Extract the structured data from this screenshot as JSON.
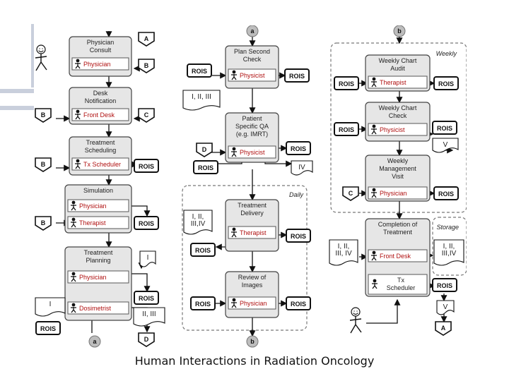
{
  "caption": "Human Interactions in Radiation Oncology",
  "connectors": [
    "A",
    "B",
    "C",
    "D",
    "a",
    "b"
  ],
  "roles": {
    "physician": "Physician",
    "front_desk": "Front Desk",
    "tx_scheduler": "Tx Scheduler",
    "therapist": "Therapist",
    "dosimetrist": "Dosimetrist",
    "physicist": "Physicist",
    "tx_scheduler_split": [
      "Tx",
      "Scheduler"
    ]
  },
  "system": "ROIS",
  "regions": {
    "weekly": "Weekly",
    "daily": "Daily",
    "storage": "Storage"
  },
  "steps": {
    "physician_consult": [
      "Physician",
      "Consult"
    ],
    "desk_notification": [
      "Desk",
      "Notification"
    ],
    "treatment_scheduling": [
      "Treatment",
      "Scheduling"
    ],
    "simulation": [
      "Simulation"
    ],
    "treatment_planning": [
      "Treatment",
      "Planning"
    ],
    "plan_second_check": [
      "Plan Second",
      "Check"
    ],
    "patient_specific_qa": [
      "Patient",
      "Specific QA",
      "(e.g. IMRT)"
    ],
    "treatment_delivery": [
      "Treatment",
      "Delivery"
    ],
    "review_of_images": [
      "Review of",
      "Images"
    ],
    "weekly_chart_audit": [
      "Weekly Chart",
      "Audit"
    ],
    "weekly_chart_check": [
      "Weekly Chart",
      "Check"
    ],
    "weekly_management_visit": [
      "Weekly",
      "Management",
      "Visit"
    ],
    "completion_of_treatment": [
      "Completion of",
      "Treatment"
    ]
  },
  "documents": {
    "doc_i": [
      "I"
    ],
    "doc_ii_iii": [
      "II, III"
    ],
    "doc_i_ii_iii": [
      "I, II, III"
    ],
    "doc_iv": [
      "IV"
    ],
    "doc_v": [
      "V"
    ],
    "doc_i_ii_iii_iv": [
      "I, II,",
      "III,IV"
    ],
    "doc_i_ii_iii_iv_b": [
      "I, II,",
      "III, IV"
    ]
  }
}
